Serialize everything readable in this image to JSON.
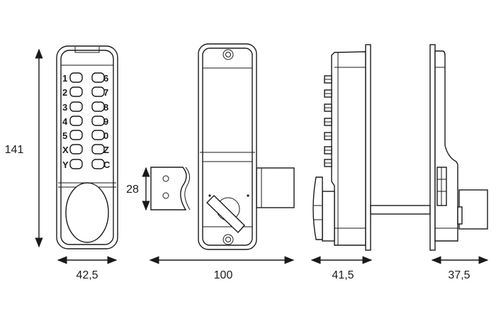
{
  "keypad": {
    "left_keys": [
      "1",
      "2",
      "3",
      "4",
      "5",
      "X",
      "Y"
    ],
    "right_keys": [
      "6",
      "7",
      "8",
      "9",
      "0",
      "Z",
      "C"
    ]
  },
  "dimensions": {
    "height": "141",
    "front_width": "42,5",
    "latch_height": "28",
    "backset_width": "100",
    "front_depth": "41,5",
    "back_depth": "37,5"
  }
}
